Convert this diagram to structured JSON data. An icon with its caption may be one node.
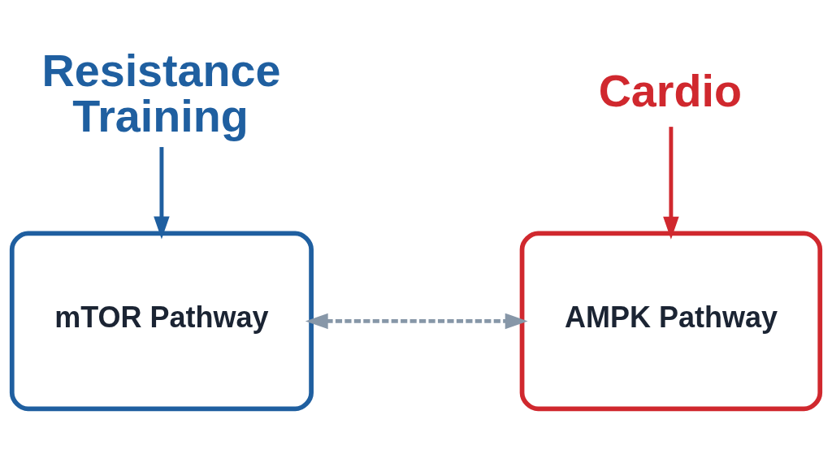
{
  "diagram": {
    "nodes": [
      {
        "text": [
          "Resistance Training"
        ]
      },
      {
        "text": [
          "mTOR Pathway"
        ]
      },
      {
        "text": [
          "Cardio"
        ]
      },
      {
        "text": [
          "AMPK Pathway"
        ]
      }
    ],
    "edges": [
      {
        "from": 0,
        "to": 1,
        "arrow": "to",
        "color": "#1f5fa0"
      },
      {
        "from": 2,
        "to": 3,
        "arrow": "to",
        "color": "#d0282e"
      },
      {
        "from": 1,
        "to": 3,
        "arrow": "both",
        "style": "dashed",
        "color": "#8797a8"
      }
    ]
  }
}
